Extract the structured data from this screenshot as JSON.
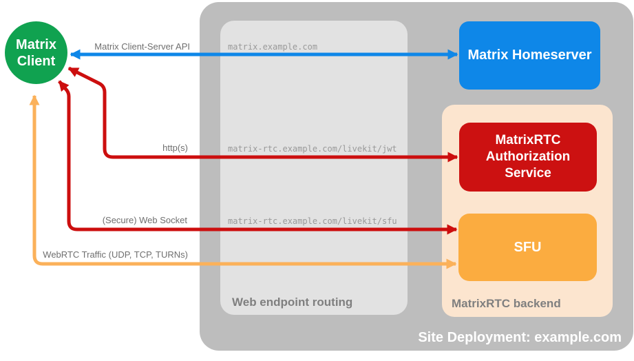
{
  "diagram": {
    "site_title": "Site Deployment: example.com",
    "client": {
      "label": "Matrix\nClient"
    },
    "homeserver": {
      "label": "Matrix Homeserver"
    },
    "auth_service": {
      "label": "MatrixRTC\nAuthorization\nService"
    },
    "sfu": {
      "label": "SFU"
    },
    "web_routing": {
      "label": "Web endpoint routing",
      "endpoints": [
        "matrix.example.com",
        "matrix-rtc.example.com/livekit/jwt",
        "matrix-rtc.example.com/livekit/sfu"
      ]
    },
    "backend": {
      "label": "MatrixRTC backend"
    },
    "edges": {
      "client_server_api": "Matrix Client-Server API",
      "https": "http(s)",
      "websocket": "(Secure) Web Socket",
      "webrtc": "WebRTC Traffic (UDP, TCP, TURNs)"
    },
    "colors": {
      "client_green": "#10A250",
      "homeserver_blue": "#0E87E8",
      "service_red": "#CC1111",
      "arrow_red": "#CC0E0E",
      "sfu_orange": "#FBAC40",
      "arrow_orange": "#FBB15A",
      "backend_peach": "#FCE5CF",
      "container_gray": "#BDBDBD",
      "routing_gray": "#E2E2E2",
      "label_gray": "#7F7F7F"
    }
  }
}
